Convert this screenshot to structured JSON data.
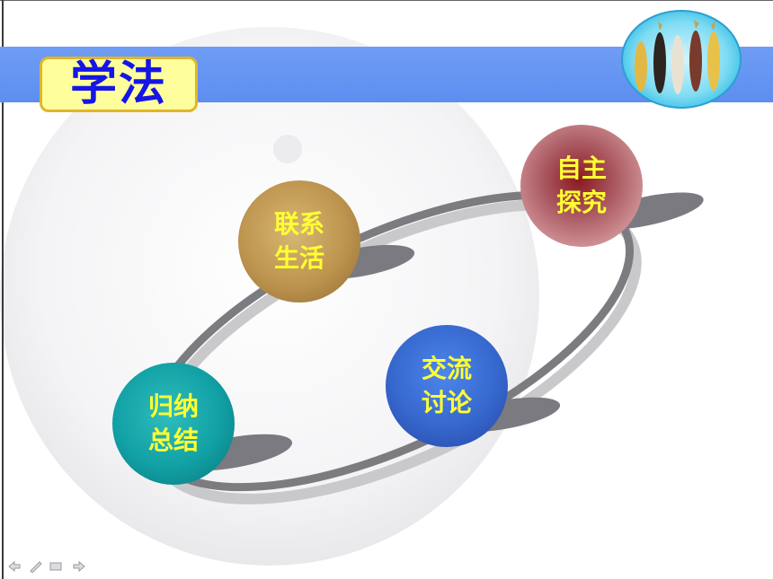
{
  "title": "学法",
  "nodes": [
    {
      "id": "lianxi",
      "label": "联系\n生活",
      "color": "#c49c58"
    },
    {
      "id": "zizhu",
      "label": "自主\n探究",
      "color": "#b5646a"
    },
    {
      "id": "jiaoliu",
      "label": "交流\n讨论",
      "color": "#3667cd"
    },
    {
      "id": "guina",
      "label": "归纳\n总结",
      "color": "#13a2a6"
    }
  ],
  "colors": {
    "banner": "#6396f2",
    "title_text": "#1515e6",
    "title_box": "#fefe9c",
    "title_border": "#e1b628",
    "node_text": "#ffff33"
  },
  "icons": {
    "corn": "corn-image-icon",
    "nav": [
      "nav-back-icon",
      "nav-pen-icon",
      "nav-menu-icon",
      "nav-forward-icon"
    ]
  }
}
